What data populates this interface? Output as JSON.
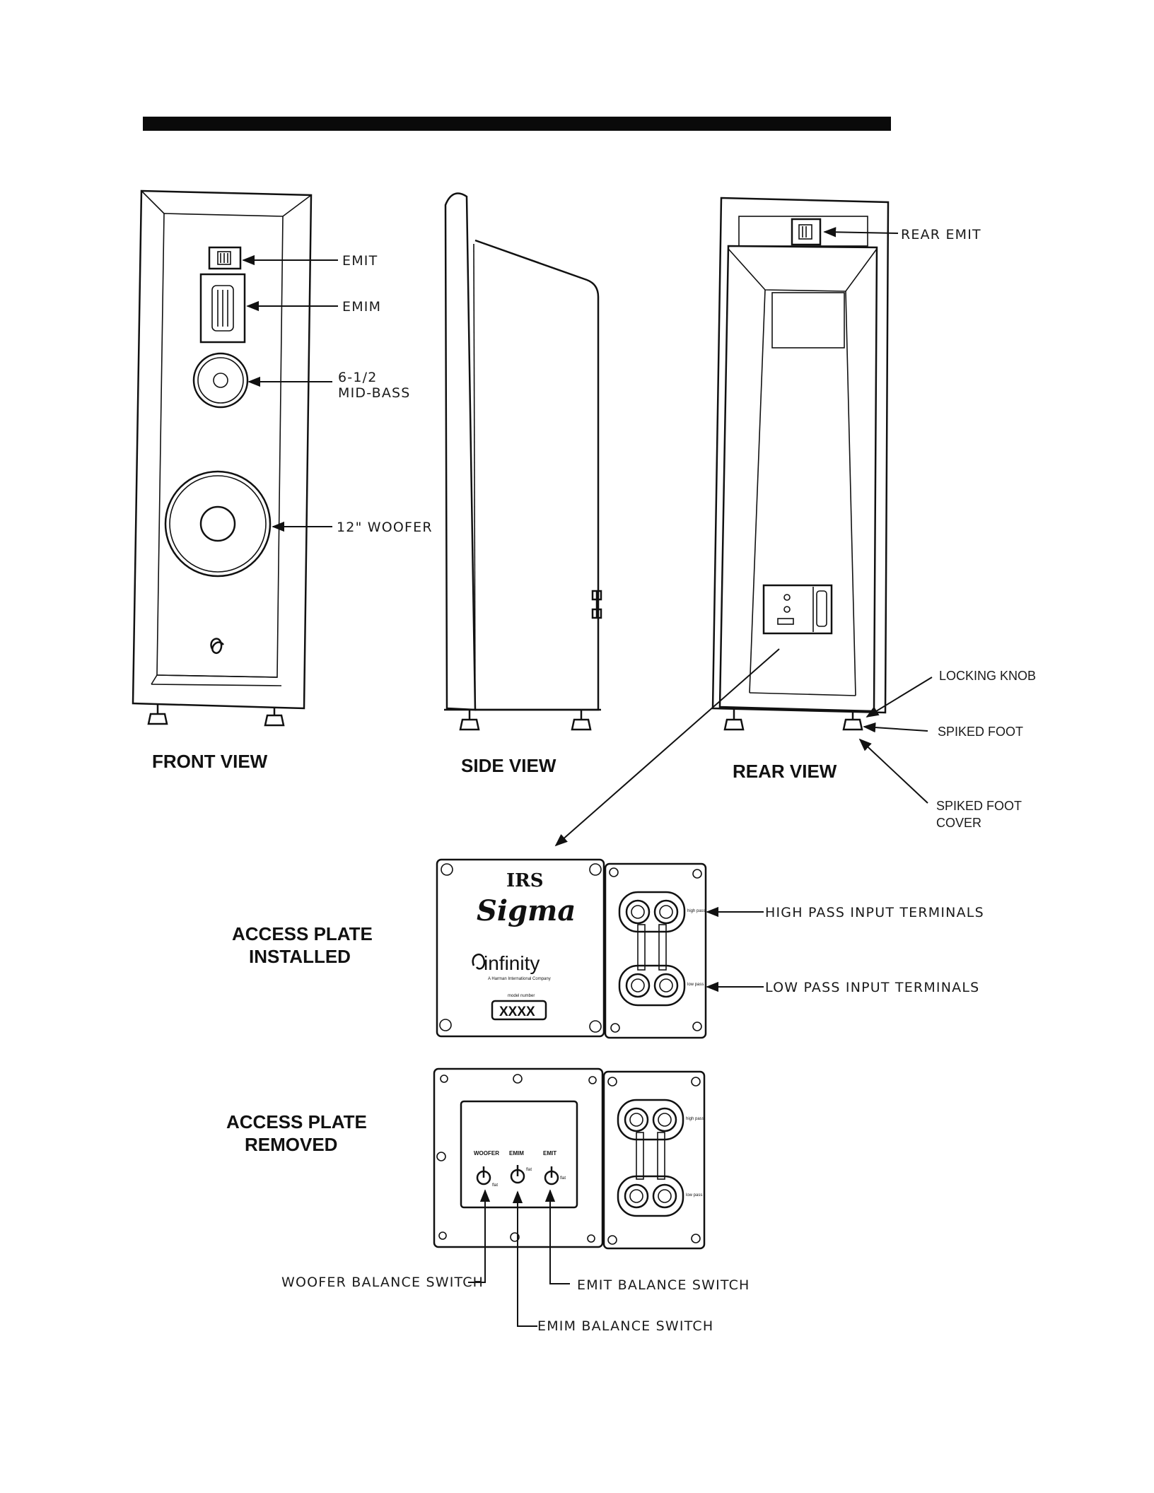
{
  "views": {
    "front": "FRONT VIEW",
    "side": "SIDE VIEW",
    "rear": "REAR VIEW"
  },
  "front_labels": {
    "emit": "EMIT",
    "emim": "EMIM",
    "midbass_line1": "6-1/2",
    "midbass_line2": "MID-BASS",
    "woofer": "12\" WOOFER"
  },
  "rear_labels": {
    "rear_emit": "REAR EMIT",
    "locking_knob": "LOCKING KNOB",
    "spiked_foot": "SPIKED FOOT",
    "spiked_foot_cover_line1": "SPIKED FOOT",
    "spiked_foot_cover_line2": "COVER"
  },
  "plate_installed": {
    "title_line1": "ACCESS PLATE",
    "title_line2": "INSTALLED",
    "brand": "IRS",
    "model": "Sigma",
    "maker": "infinity",
    "maker_sub": "A Harman International Company",
    "model_number_label": "model number",
    "model_number": "XXXX",
    "high_tag": "high pass",
    "low_tag": "low pass",
    "high_terminals": "HIGH PASS INPUT TERMINALS",
    "low_terminals": "LOW PASS INPUT TERMINALS"
  },
  "plate_removed": {
    "title_line1": "ACCESS PLATE",
    "title_line2": "REMOVED",
    "sw_woofer": "WOOFER",
    "sw_emim": "EMIM",
    "sw_emit": "EMIT",
    "flat": "flat",
    "high_tag": "high pass",
    "low_tag": "low pass",
    "woofer_switch": "WOOFER BALANCE SWITCH",
    "emim_switch": "EMIM BALANCE SWITCH",
    "emit_switch": "EMIT BALANCE SWITCH"
  }
}
